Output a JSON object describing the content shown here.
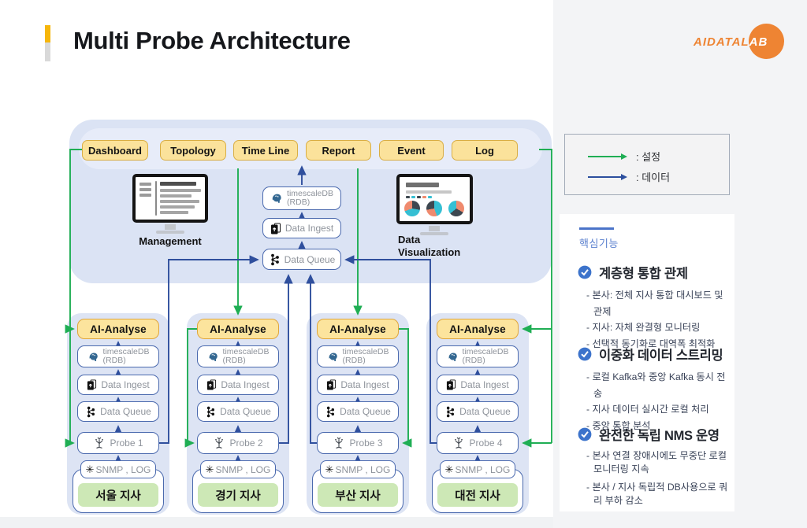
{
  "title": {
    "text": "Multi Probe Architecture"
  },
  "logo": {
    "text": "AIDATALAB",
    "text_left": "AIDATAL",
    "text_right": "AB",
    "color": "#ee8433"
  },
  "menu": {
    "items": [
      "Dashboard",
      "Topology",
      "Time Line",
      "Report",
      "Event",
      "Log"
    ]
  },
  "management": {
    "label": "Management"
  },
  "visualization": {
    "label": "Data Visualization"
  },
  "central": {
    "db_line1": "timescaleDB",
    "db_line2": "(RDB)",
    "ingest": "Data Ingest",
    "queue": "Data Queue"
  },
  "probes": [
    {
      "ai": "AI-Analyse",
      "db_line1": "timescaleDB",
      "db_line2": "(RDB)",
      "ingest": "Data Ingest",
      "queue": "Data Queue",
      "probe": "Probe 1",
      "source": "SNMP , LOG",
      "branch": "서울 지사"
    },
    {
      "ai": "AI-Analyse",
      "db_line1": "timescaleDB",
      "db_line2": "(RDB)",
      "ingest": "Data Ingest",
      "queue": "Data Queue",
      "probe": "Probe 2",
      "source": "SNMP , LOG",
      "branch": "경기 지사"
    },
    {
      "ai": "AI-Analyse",
      "db_line1": "timescaleDB",
      "db_line2": "(RDB)",
      "ingest": "Data Ingest",
      "queue": "Data Queue",
      "probe": "Probe 3",
      "source": "SNMP , LOG",
      "branch": "부산 지사"
    },
    {
      "ai": "AI-Analyse",
      "db_line1": "timescaleDB",
      "db_line2": "(RDB)",
      "ingest": "Data Ingest",
      "queue": "Data Queue",
      "probe": "Probe 4",
      "source": "SNMP , LOG",
      "branch": "대전 지사"
    }
  ],
  "legend": {
    "settings_label": ": 설정",
    "data_label": ": 데이터",
    "settings_color": "#1fae54",
    "data_color": "#2c4f9e"
  },
  "features": {
    "heading": "핵심기능",
    "sections": [
      {
        "title": "계층형 통합 관제",
        "bullets": [
          "- 본사: 전체 지사 통합 대시보드 및 관제",
          "- 지사: 자체 완결형 모니터링",
          "- 선택적 동기화로 대역폭 최적화"
        ]
      },
      {
        "title": "이중화 데이터 스트리밍",
        "bullets": [
          "- 로컬 Kafka와 중앙 Kafka 동시 전송",
          "- 지사 데이터 실시간 로컬 처리",
          "- 중앙 통합 분석"
        ]
      },
      {
        "title": "완전한 독립 NMS 운영",
        "bullets": [
          "- 본사 연결 장애시에도 무중단 로컬 모니터링 지속",
          "- 본사 / 지사 독립적 DB사용으로 쿼리 부하 감소"
        ]
      }
    ]
  },
  "icons": {
    "db": "postgres-elephant-icon",
    "ingest": "file-import-icon",
    "queue": "kafka-icon",
    "probe": "antenna-icon",
    "source": "gear-icon",
    "check": "check-circle-icon"
  },
  "colors": {
    "container_blue": "#dbe3f4",
    "node_border": "#4a69ae",
    "accent_yellow": "#fce49d",
    "branch_green": "#cde8b6",
    "arrow_green": "#1fae54",
    "arrow_blue": "#2f4f9d",
    "brand_orange": "#ee8433"
  }
}
